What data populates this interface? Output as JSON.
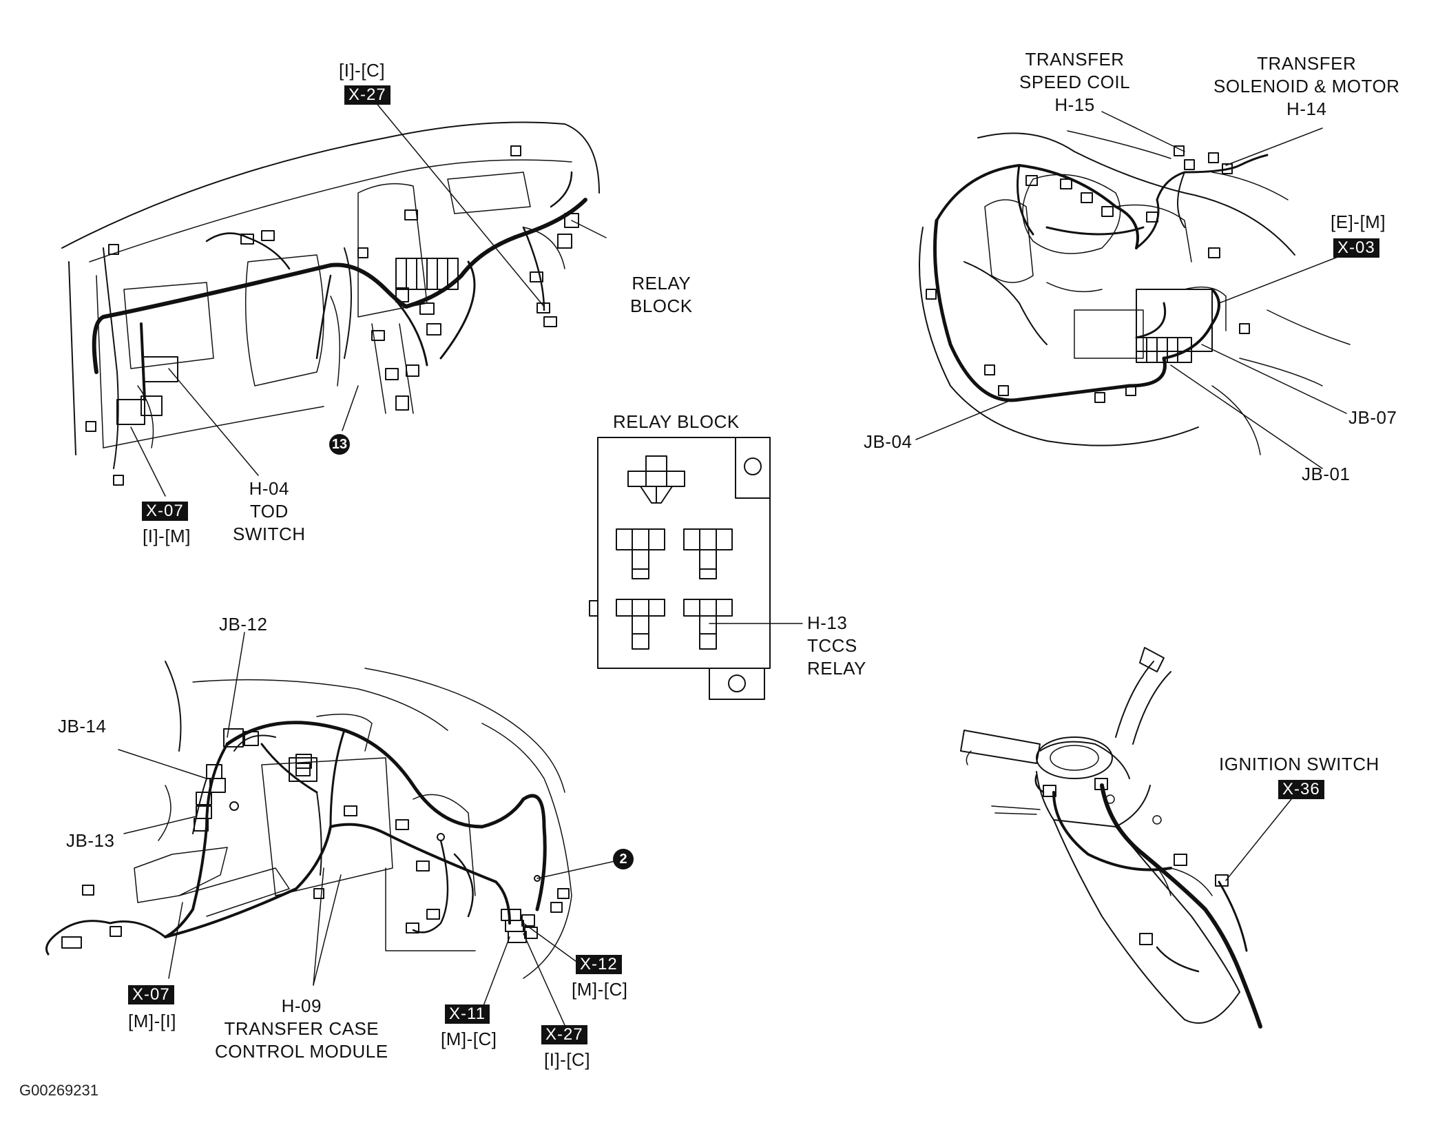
{
  "colors": {
    "ink": "#111111",
    "paper": "#ffffff"
  },
  "labels": {
    "transfer_speed_coil": [
      "TRANSFER",
      "SPEED COIL",
      "H-15"
    ],
    "transfer_solenoid": [
      "TRANSFER",
      "SOLENOID & MOTOR",
      "H-14"
    ],
    "relay_block_top": [
      "RELAY",
      "BLOCK"
    ],
    "tod_switch": [
      "H-04",
      "TOD",
      "SWITCH"
    ],
    "relay_block_title": "RELAY BLOCK",
    "tccs_relay": [
      "H-13",
      "TCCS",
      "RELAY"
    ],
    "ignition_switch": "IGNITION SWITCH",
    "transfer_case_module": [
      "H-09",
      "TRANSFER CASE",
      "CONTROL MODULE"
    ],
    "jb_04": "JB-04",
    "jb_07": "JB-07",
    "jb_01": "JB-01",
    "jb_12": "JB-12",
    "jb_14": "JB-14",
    "jb_13": "JB-13",
    "em_location": "[E]-[M]",
    "ic_location_top": "[I]-[C]",
    "im_location": "[I]-[M]",
    "mi_location": "[M]-[I]",
    "mc_location_x11": "[M]-[C]",
    "mc_location_x12": "[M]-[C]",
    "ic_location_bottom": "[I]-[C]"
  },
  "tags": {
    "x27_top": "X-27",
    "x03": "X-03",
    "x07_top": "X-07",
    "x36": "X-36",
    "x07_bottom": "X-07",
    "x11": "X-11",
    "x12": "X-12",
    "x27_bottom": "X-27"
  },
  "callouts": {
    "c13": "13",
    "c2": "2"
  },
  "figure_code": "G00269231"
}
